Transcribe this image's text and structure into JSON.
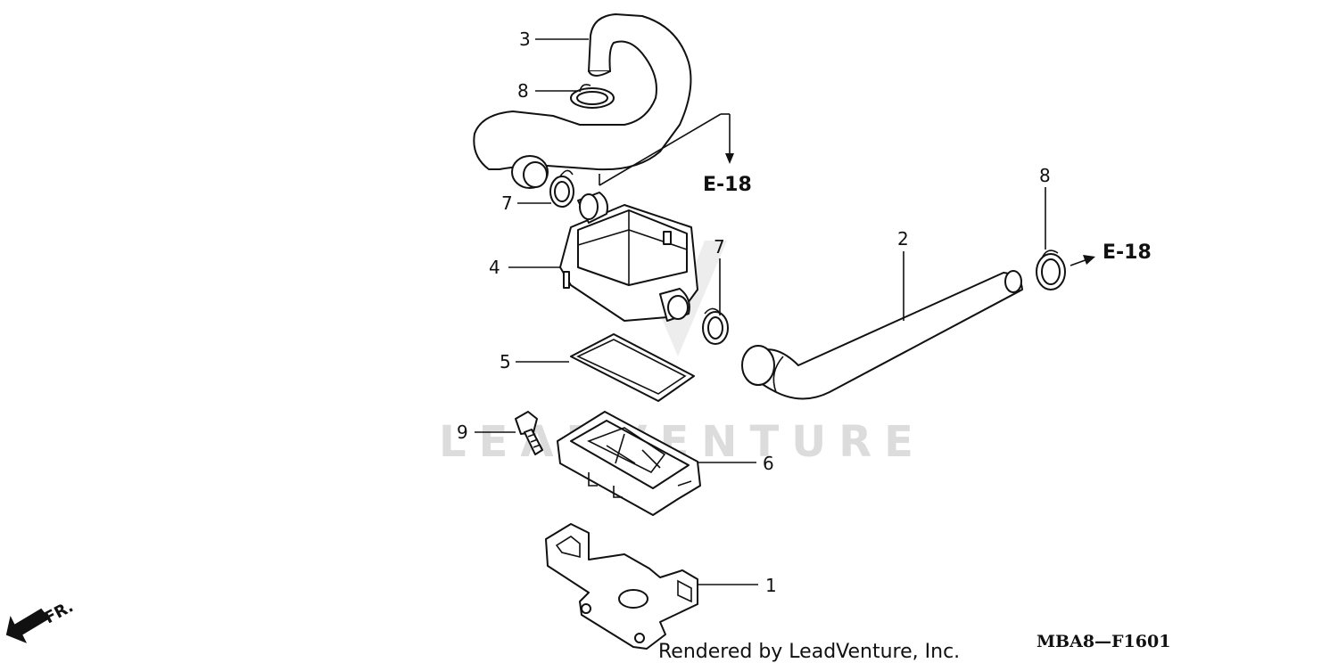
{
  "diagram": {
    "watermark": "LEADVENTURE",
    "callouts": {
      "c1": "1",
      "c2": "2",
      "c3": "3",
      "c4": "4",
      "c5": "5",
      "c6": "6",
      "c7a": "7",
      "c7b": "7",
      "c8a": "8",
      "c8b": "8",
      "c9": "9"
    },
    "references": {
      "ref_top": "E-18",
      "ref_right": "E-18"
    },
    "direction": "FR.",
    "footer": "Rendered by LeadVenture, Inc.",
    "diagram_code": "MBA8—F1601"
  }
}
